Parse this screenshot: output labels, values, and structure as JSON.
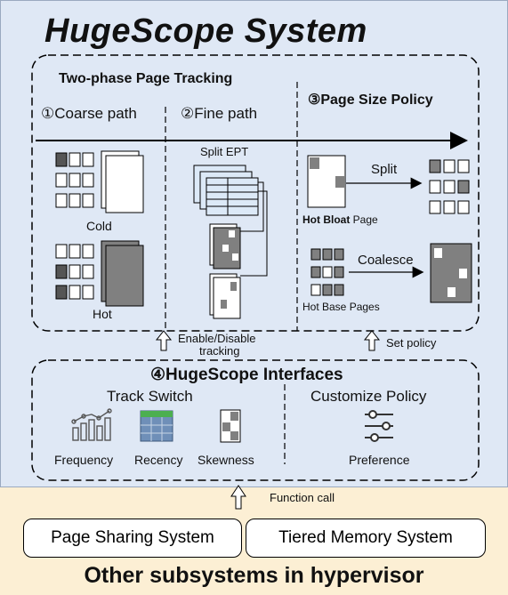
{
  "title": "HugeScope System",
  "tracking": {
    "title": "Two-phase Page Tracking",
    "coarse": "①Coarse path",
    "fine": "②Fine path",
    "cold": "Cold",
    "hot": "Hot",
    "split_ept": "Split EPT"
  },
  "policy": {
    "title": "③Page Size Policy",
    "split": "Split",
    "hot_bloat_bold": "Hot Bloat",
    "hot_bloat_rest": " Page",
    "coalesce": "Coalesce",
    "hot_base": "Hot Base Pages"
  },
  "connectors": {
    "enable_1": "Enable/Disable",
    "enable_2": "tracking",
    "set_policy": "Set policy",
    "function_call": "Function call"
  },
  "interfaces": {
    "title": "④HugeScope Interfaces",
    "track_switch": "Track Switch",
    "customize": "Customize Policy",
    "frequency": "Frequency",
    "recency": "Recency",
    "skewness": "Skewness",
    "preference": "Preference"
  },
  "subsystems": {
    "sharing": "Page Sharing System",
    "tiered": "Tiered Memory System",
    "footer": "Other subsystems in hypervisor"
  },
  "colors": {
    "hot_gray": "#808080",
    "panel_blue": "#dfe8f5",
    "panel_orange": "#fcefd4",
    "icon_green": "#4caf50"
  }
}
